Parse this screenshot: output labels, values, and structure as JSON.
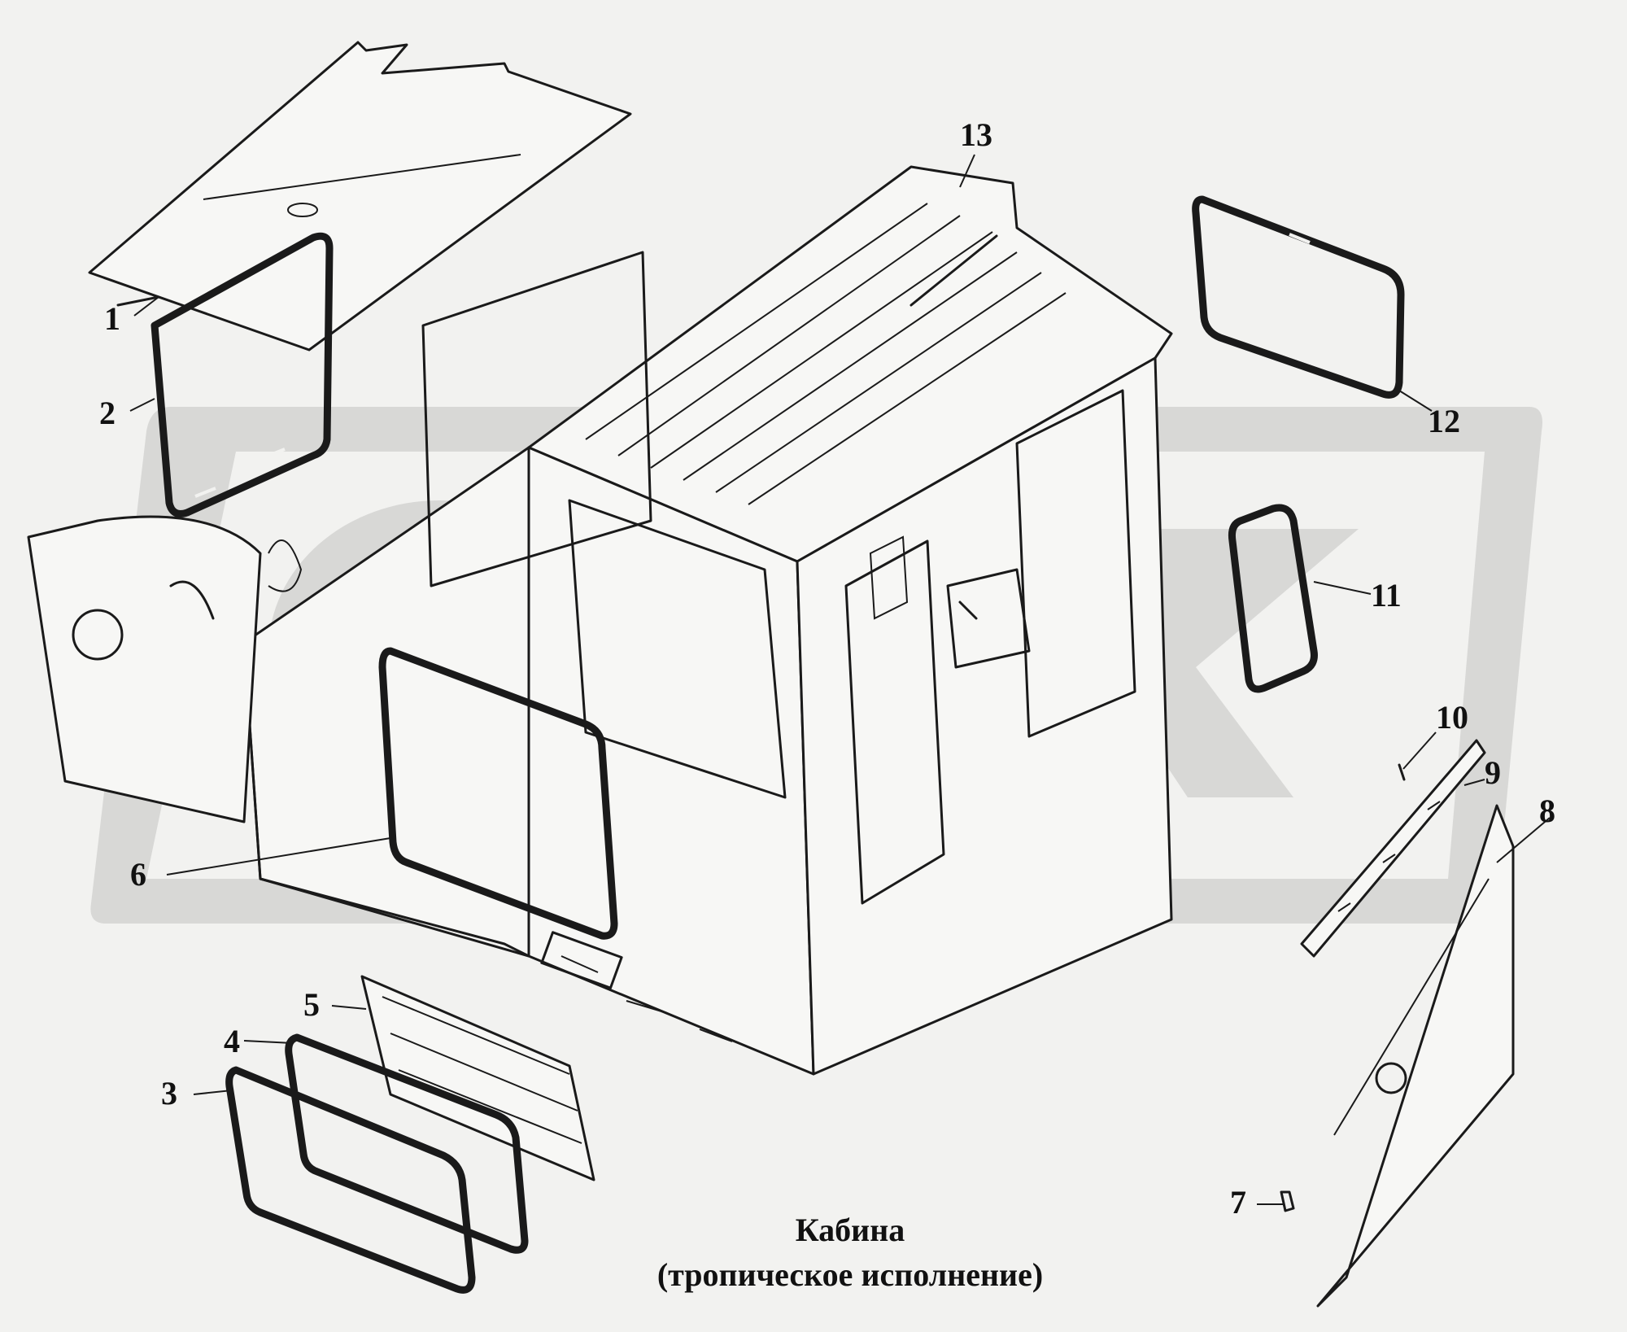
{
  "callouts": [
    "1",
    "2",
    "3",
    "4",
    "5",
    "6",
    "7",
    "8",
    "9",
    "10",
    "11",
    "12",
    "13"
  ],
  "caption": {
    "line1": "Кабина",
    "line2": "(тропическое исполнение)"
  },
  "colors": {
    "background": "#f2f2f0",
    "ink": "#1a1a1a",
    "watermark": "#cfcfcd"
  }
}
